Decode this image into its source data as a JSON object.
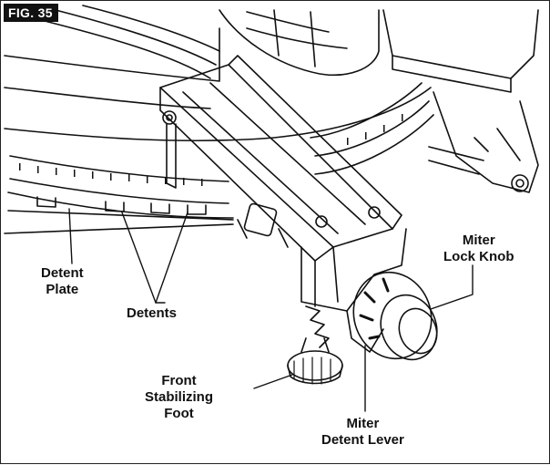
{
  "figure": {
    "tag": "FIG. 35"
  },
  "callouts": {
    "detent_plate": [
      "Detent",
      "Plate"
    ],
    "detents": [
      "Detents"
    ],
    "miter_lock_knob": [
      "Miter",
      "Lock Knob"
    ],
    "front_stabilizing_foot": [
      "Front",
      "Stabilizing",
      "Foot"
    ],
    "miter_detent_lever": [
      "Miter",
      "Detent Lever"
    ]
  },
  "colors": {
    "ink": "#111111",
    "background": "#ffffff",
    "tag_background": "#111111",
    "tag_text": "#ffffff"
  }
}
